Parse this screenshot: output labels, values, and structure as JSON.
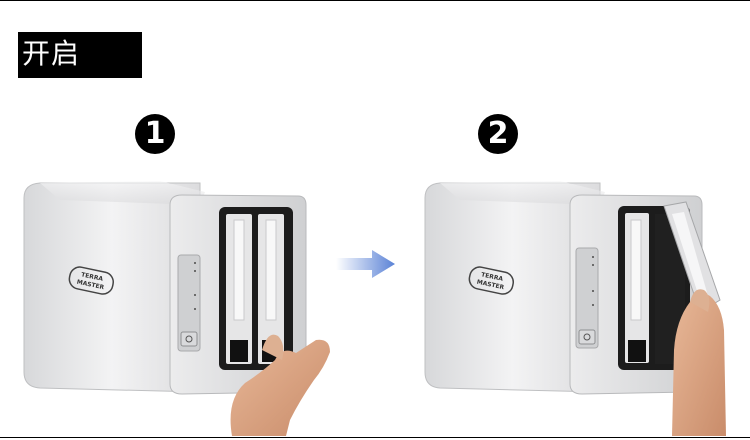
{
  "heading": {
    "text": "开启"
  },
  "steps": [
    {
      "label": "1"
    },
    {
      "label": "2"
    }
  ],
  "brand": {
    "left_logo": "TERRA MASTER",
    "right_logo": "TERRA MASTER"
  },
  "colors": {
    "heading_bg": "#000000",
    "arrow": "#6b8fd9",
    "device_body": "#e9e9ea",
    "bay_frame": "#1c1c1c"
  },
  "icons": {
    "transition": "right-arrow-icon",
    "power": "power-icon"
  }
}
